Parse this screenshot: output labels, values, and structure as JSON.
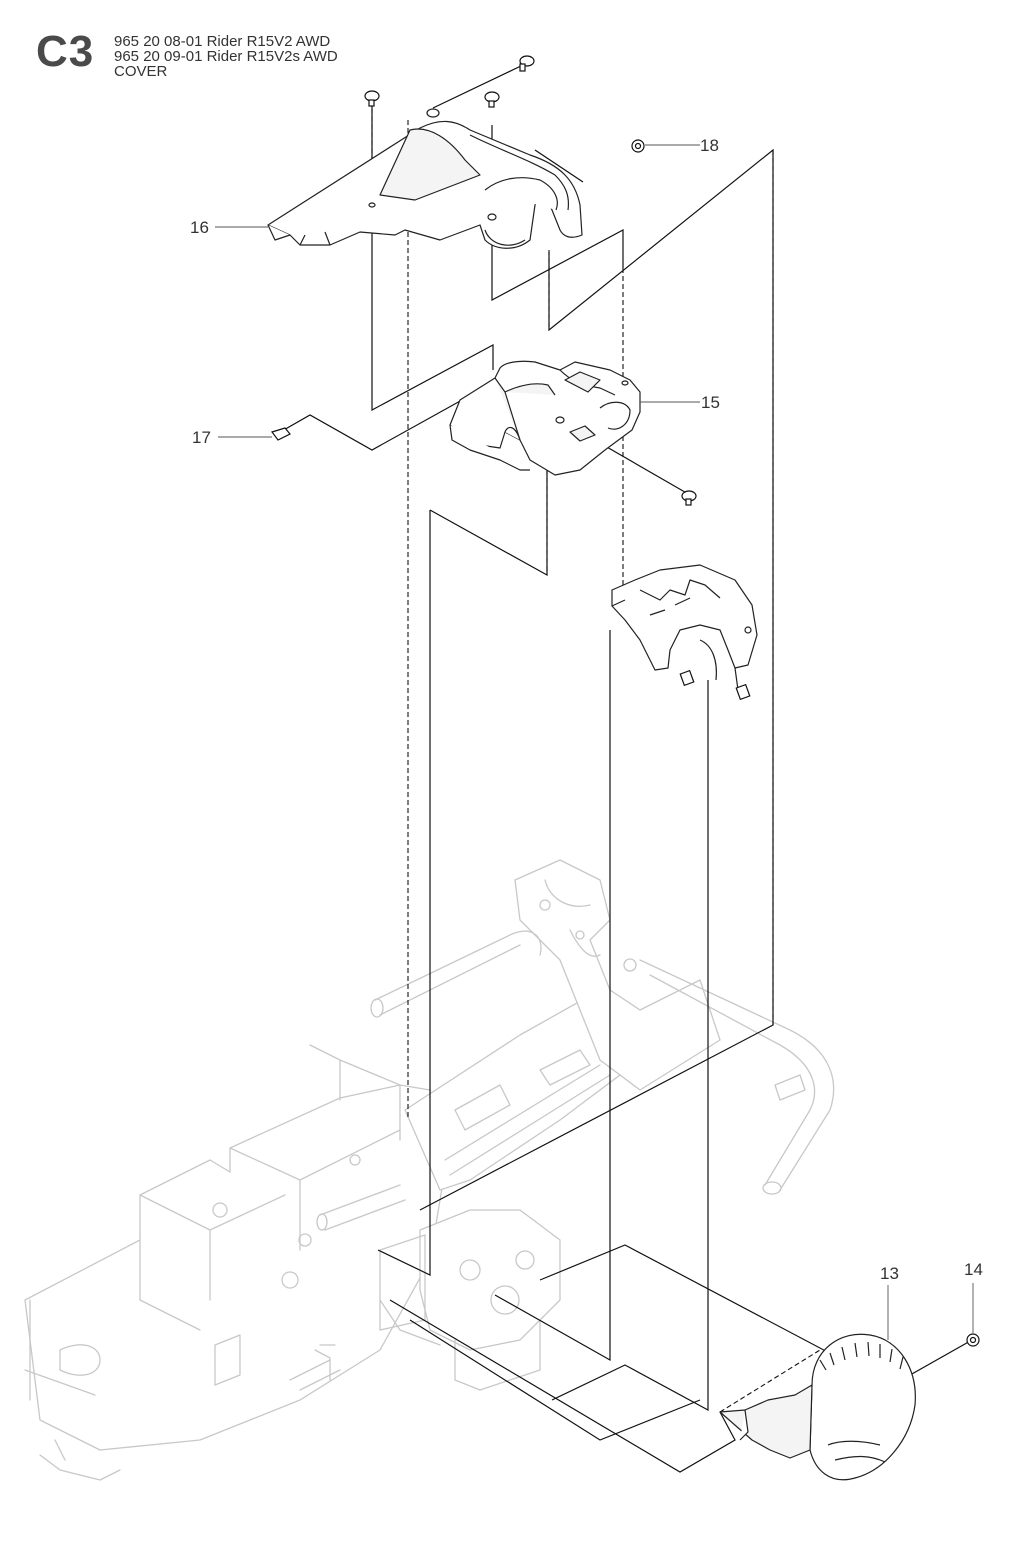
{
  "header": {
    "section_code": "C3",
    "line1": "965 20 08-01 Rider R15V2 AWD",
    "line2": "965 20 09-01 Rider R15V2s AWD",
    "line3": "COVER"
  },
  "callouts": [
    {
      "id": "16",
      "label": "16"
    },
    {
      "id": "18",
      "label": "18"
    },
    {
      "id": "15",
      "label": "15"
    },
    {
      "id": "17",
      "label": "17"
    },
    {
      "id": "13",
      "label": "13"
    },
    {
      "id": "14",
      "label": "14"
    }
  ],
  "colors": {
    "line": "#111111",
    "ghost": "#c8c8c8",
    "text": "#333333"
  }
}
